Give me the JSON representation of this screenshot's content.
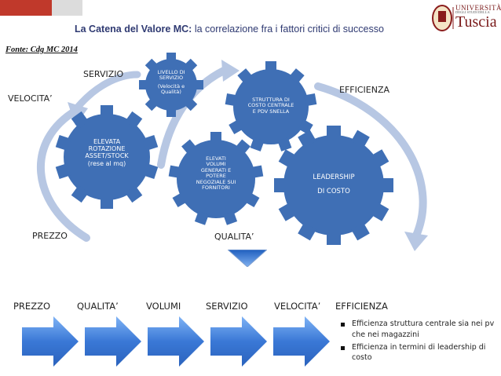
{
  "header": {
    "title_bold": "La Catena del Valore MC:",
    "title_rest": " la correlazione fra i fattori critici di successo",
    "source": "Fonte: Cdg MC 2014"
  },
  "logo": {
    "line1": "UNIVERSITÀ",
    "line2": "Tuscia",
    "subtitle": "DEGLI STUDI DELLA"
  },
  "diagram_labels": {
    "servizio": "SERVIZIO",
    "velocita": "VELOCITA’",
    "efficienza": "EFFICIENZA",
    "prezzo": "PREZZO",
    "qualita": "QUALITA’"
  },
  "gears": {
    "rotazione": [
      "ELEVATA",
      "ROTAZIONE",
      "ASSET/STOCK",
      "(rese al mq)"
    ],
    "livello": [
      "LIVELLO DI",
      "SERVIZIO",
      "(Velocità e",
      "Qualità)"
    ],
    "struttura": [
      "STRUTTURA DI",
      "COSTO CENTRALE",
      "E PDV SNELLA"
    ],
    "volumi": [
      "ELEVATI",
      "VOLUMI",
      "GENERATI E",
      "POTERE",
      "NEGOZIALE SUI",
      "FORNITORI"
    ],
    "leadership": [
      "LEADERSHIP",
      "DI COSTO"
    ]
  },
  "sequence": [
    "PREZZO",
    "QUALITA’",
    "VOLUMI",
    "SERVIZIO",
    "VELOCITA’",
    "EFFICIENZA"
  ],
  "bullets": [
    "Efficienza struttura centrale sia nei pv che nei magazzini",
    "Efficienza in termini di leadership di costo"
  ],
  "colors": {
    "gear": "#3f6fb5",
    "arrow_light": "#b7c7e3",
    "title": "#2f3a72",
    "chevron": "#3a78d6"
  }
}
